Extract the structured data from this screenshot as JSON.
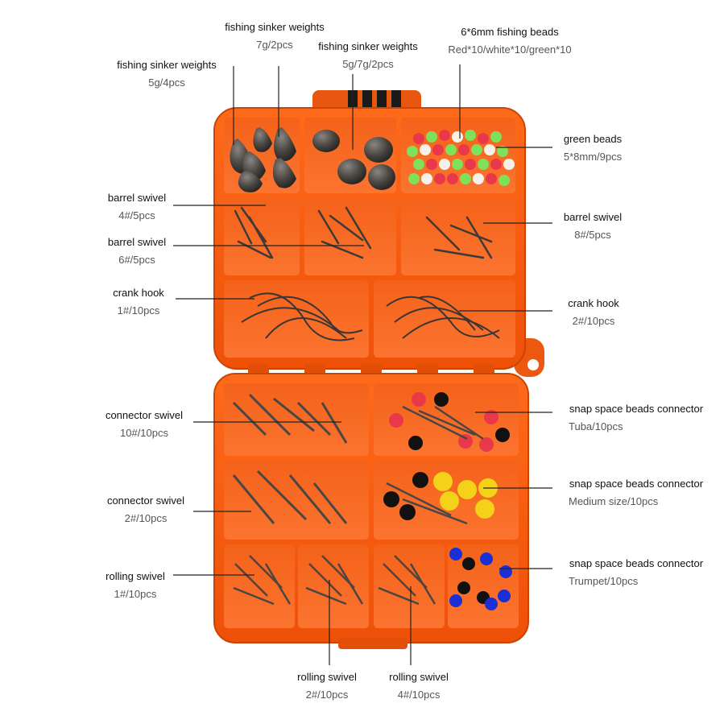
{
  "palette": {
    "box": "#f25a12",
    "box_dark": "#c84207",
    "box_light": "#ff7a2e",
    "divider": "#e8500c",
    "leader": "#222222",
    "metal": "#3d3a38",
    "bead_red": "#e8384a",
    "bead_green": "#7fe05a",
    "bead_white": "#f6f2ea",
    "bead_black": "#111111",
    "bead_yellow": "#f4d21a",
    "bead_blue": "#1b2fd6"
  },
  "labels": {
    "sinker_5g4": {
      "title": "fishing sinker weights",
      "sub": "5g/4pcs"
    },
    "sinker_7g2": {
      "title": "fishing sinker weights",
      "sub": "7g/2pcs"
    },
    "sinker_5g7g2": {
      "title": "fishing sinker weights",
      "sub": "5g/7g/2pcs"
    },
    "fishing_beads": {
      "title": "6*6mm fishing beads",
      "sub": "Red*10/white*10/green*10"
    },
    "green_beads": {
      "title": "green beads",
      "sub": "5*8mm/9pcs"
    },
    "barrel_4": {
      "title": "barrel swivel",
      "sub": "4#/5pcs"
    },
    "barrel_6": {
      "title": "barrel swivel",
      "sub": "6#/5pcs"
    },
    "barrel_8": {
      "title": "barrel swivel",
      "sub": "8#/5pcs"
    },
    "crank_1": {
      "title": "crank hook",
      "sub": "1#/10pcs"
    },
    "crank_2": {
      "title": "crank hook",
      "sub": "2#/10pcs"
    },
    "connector_10": {
      "title": "connector swivel",
      "sub": "10#/10pcs"
    },
    "connector_2": {
      "title": "connector swivel",
      "sub": "2#/10pcs"
    },
    "snap_tuba": {
      "title": "snap space beads connector",
      "sub": "Tuba/10pcs"
    },
    "snap_medium": {
      "title": "snap space beads connector",
      "sub": "Medium size/10pcs"
    },
    "snap_trumpet": {
      "title": "snap space beads connector",
      "sub": "Trumpet/10pcs"
    },
    "rolling_1": {
      "title": "rolling swivel",
      "sub": "1#/10pcs"
    },
    "rolling_2": {
      "title": "rolling swivel",
      "sub": "2#/10pcs"
    },
    "rolling_4": {
      "title": "rolling swivel",
      "sub": "4#/10pcs"
    }
  }
}
